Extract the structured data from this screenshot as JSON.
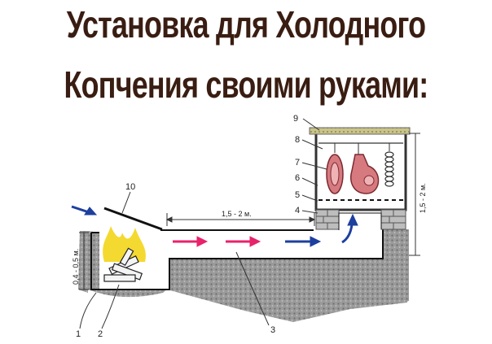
{
  "title": {
    "line1": "Установка для Холодного",
    "line2": "Копчения своими руками:"
  },
  "diagram": {
    "dimensions": {
      "pipe_length": "1,5 - 2 м.",
      "firebox_depth": "0,4 - 0,5 м.",
      "chamber_height": "1,5 - 2 м."
    },
    "part_numbers": [
      "1",
      "2",
      "3",
      "4",
      "5",
      "6",
      "7",
      "8",
      "9",
      "10"
    ],
    "colors": {
      "title": "#3a1d12",
      "smoke_arrow": "#e8226b",
      "air_arrow": "#1d3f9e",
      "flame": "#f3d51a",
      "soil": "#8c8c8c",
      "brick": "#bdbdbd",
      "meat": "#d77a80",
      "roof": "#b9b47a"
    }
  }
}
